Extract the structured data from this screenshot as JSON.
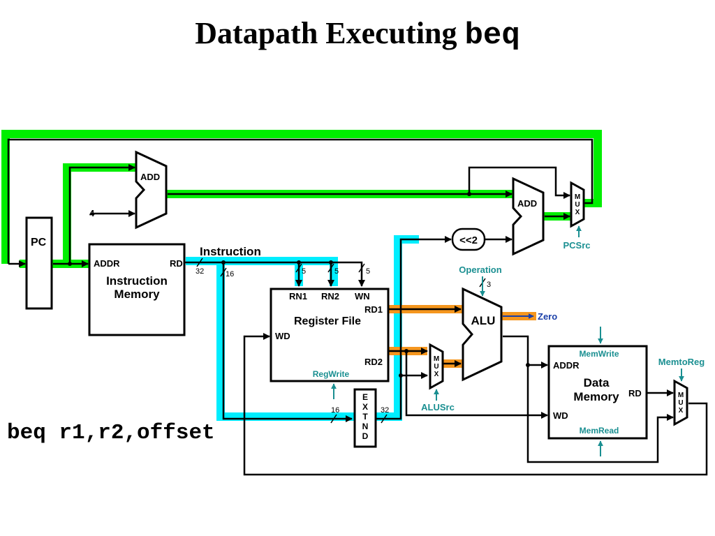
{
  "slide": {
    "title_text": "Datapath Executing ",
    "title_code": "beq",
    "instruction": "beq r1,r2,offset"
  },
  "components": {
    "pc": "PC",
    "add_top": "ADD",
    "add_right": "ADD",
    "const_four": "4",
    "shift_left": "<<2",
    "instr_mem": {
      "addr": "ADDR",
      "rd": "RD",
      "name_line1": "Instruction",
      "name_line2": "Memory"
    },
    "instruction_label": "Instruction",
    "reg_file": {
      "rn1": "RN1",
      "rn2": "RN2",
      "wn": "WN",
      "rd1": "RD1",
      "rd2": "RD2",
      "wd": "WD",
      "name": "Register File",
      "control": "RegWrite"
    },
    "alu": {
      "name": "ALU",
      "zero": "Zero",
      "operation": "Operation"
    },
    "extend": [
      "E",
      "X",
      "T",
      "N",
      "D"
    ],
    "mux_letters": [
      "M",
      "U",
      "X"
    ],
    "data_mem": {
      "addr": "ADDR",
      "wd": "WD",
      "rd": "RD",
      "name_line1": "Data",
      "name_line2": "Memory",
      "mem_write": "MemWrite",
      "mem_read": "MemRead"
    },
    "signals": {
      "pcsrc": "PCSrc",
      "alusrc": "ALUSrc",
      "memtoreg": "MemtoReg"
    }
  },
  "bus_widths": {
    "instr": "32",
    "rn1": "5",
    "rn2": "5",
    "wn": "5",
    "imm": "16",
    "ext_in": "16",
    "ext_out": "32",
    "op": "3"
  },
  "highlight_colors": {
    "pc_path": "#00ee00",
    "instruction_path": "#00eeff",
    "register_path": "#f5961e",
    "control": "#1a8f91"
  }
}
